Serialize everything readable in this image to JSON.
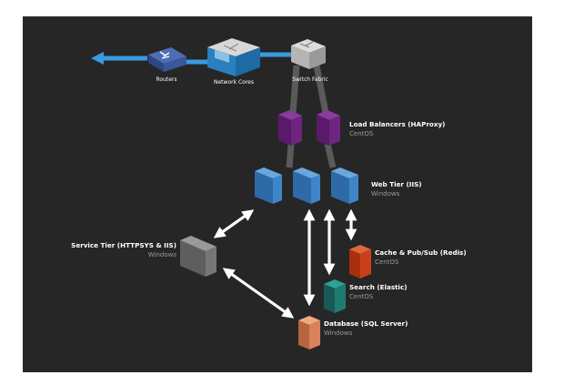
{
  "nodes": {
    "routers": {
      "label": "Routers"
    },
    "network_cores": {
      "label": "Network Cores"
    },
    "switch_fabric": {
      "label": "Switch Fabric"
    },
    "load_balancers": {
      "title": "Load Balancers (HAProxy)",
      "os": "CentOS"
    },
    "web_tier": {
      "title": "Web Tier (IIS)",
      "os": "Windows"
    },
    "service_tier": {
      "title": "Service Tier (HTTPSYS & IIS)",
      "os": "Windows"
    },
    "cache": {
      "title": "Cache & Pub/Sub (Redis)",
      "os": "CentOS"
    },
    "search": {
      "title": "Search (Elastic)",
      "os": "CentOS"
    },
    "database": {
      "title": "Database (SQL Server)",
      "os": "Windows"
    }
  },
  "colors": {
    "background": "#262626",
    "arrow_blue": "#3a9be0",
    "load_balancer": "#6b1f7a",
    "web_server": "#3f86c8",
    "service_server": "#7d7d7d",
    "cache": "#c8401a",
    "search": "#1f7a72",
    "database": "#d9825a",
    "connector": "#555555"
  }
}
